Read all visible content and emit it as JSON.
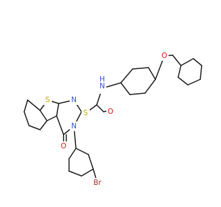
{
  "colors": {
    "background": "#ffffff",
    "bond": "#1a1a1a",
    "carbon": "#1a1a1a",
    "nitrogen": "#3050d8",
    "oxygen": "#e01010",
    "sulfur": "#c8a800",
    "bromine": "#a52a2a"
  },
  "atoms": {
    "s_thiophene": {
      "text": "S",
      "element": "sulfur"
    },
    "n_ring_upper": {
      "text": "N",
      "element": "nitrogen"
    },
    "n_ring_lower": {
      "text": "N",
      "element": "nitrogen"
    },
    "s_thioether": {
      "text": "S",
      "element": "sulfur"
    },
    "o_amide": {
      "text": "O",
      "element": "oxygen"
    },
    "n_amide": {
      "text": "N",
      "element": "nitrogen"
    },
    "h_amide": {
      "text": "H",
      "element": "nitrogen"
    },
    "o_ketone": {
      "text": "O",
      "element": "oxygen"
    },
    "o_ether": {
      "text": "O",
      "element": "oxygen"
    },
    "br": {
      "text": "Br",
      "element": "bromine"
    }
  }
}
